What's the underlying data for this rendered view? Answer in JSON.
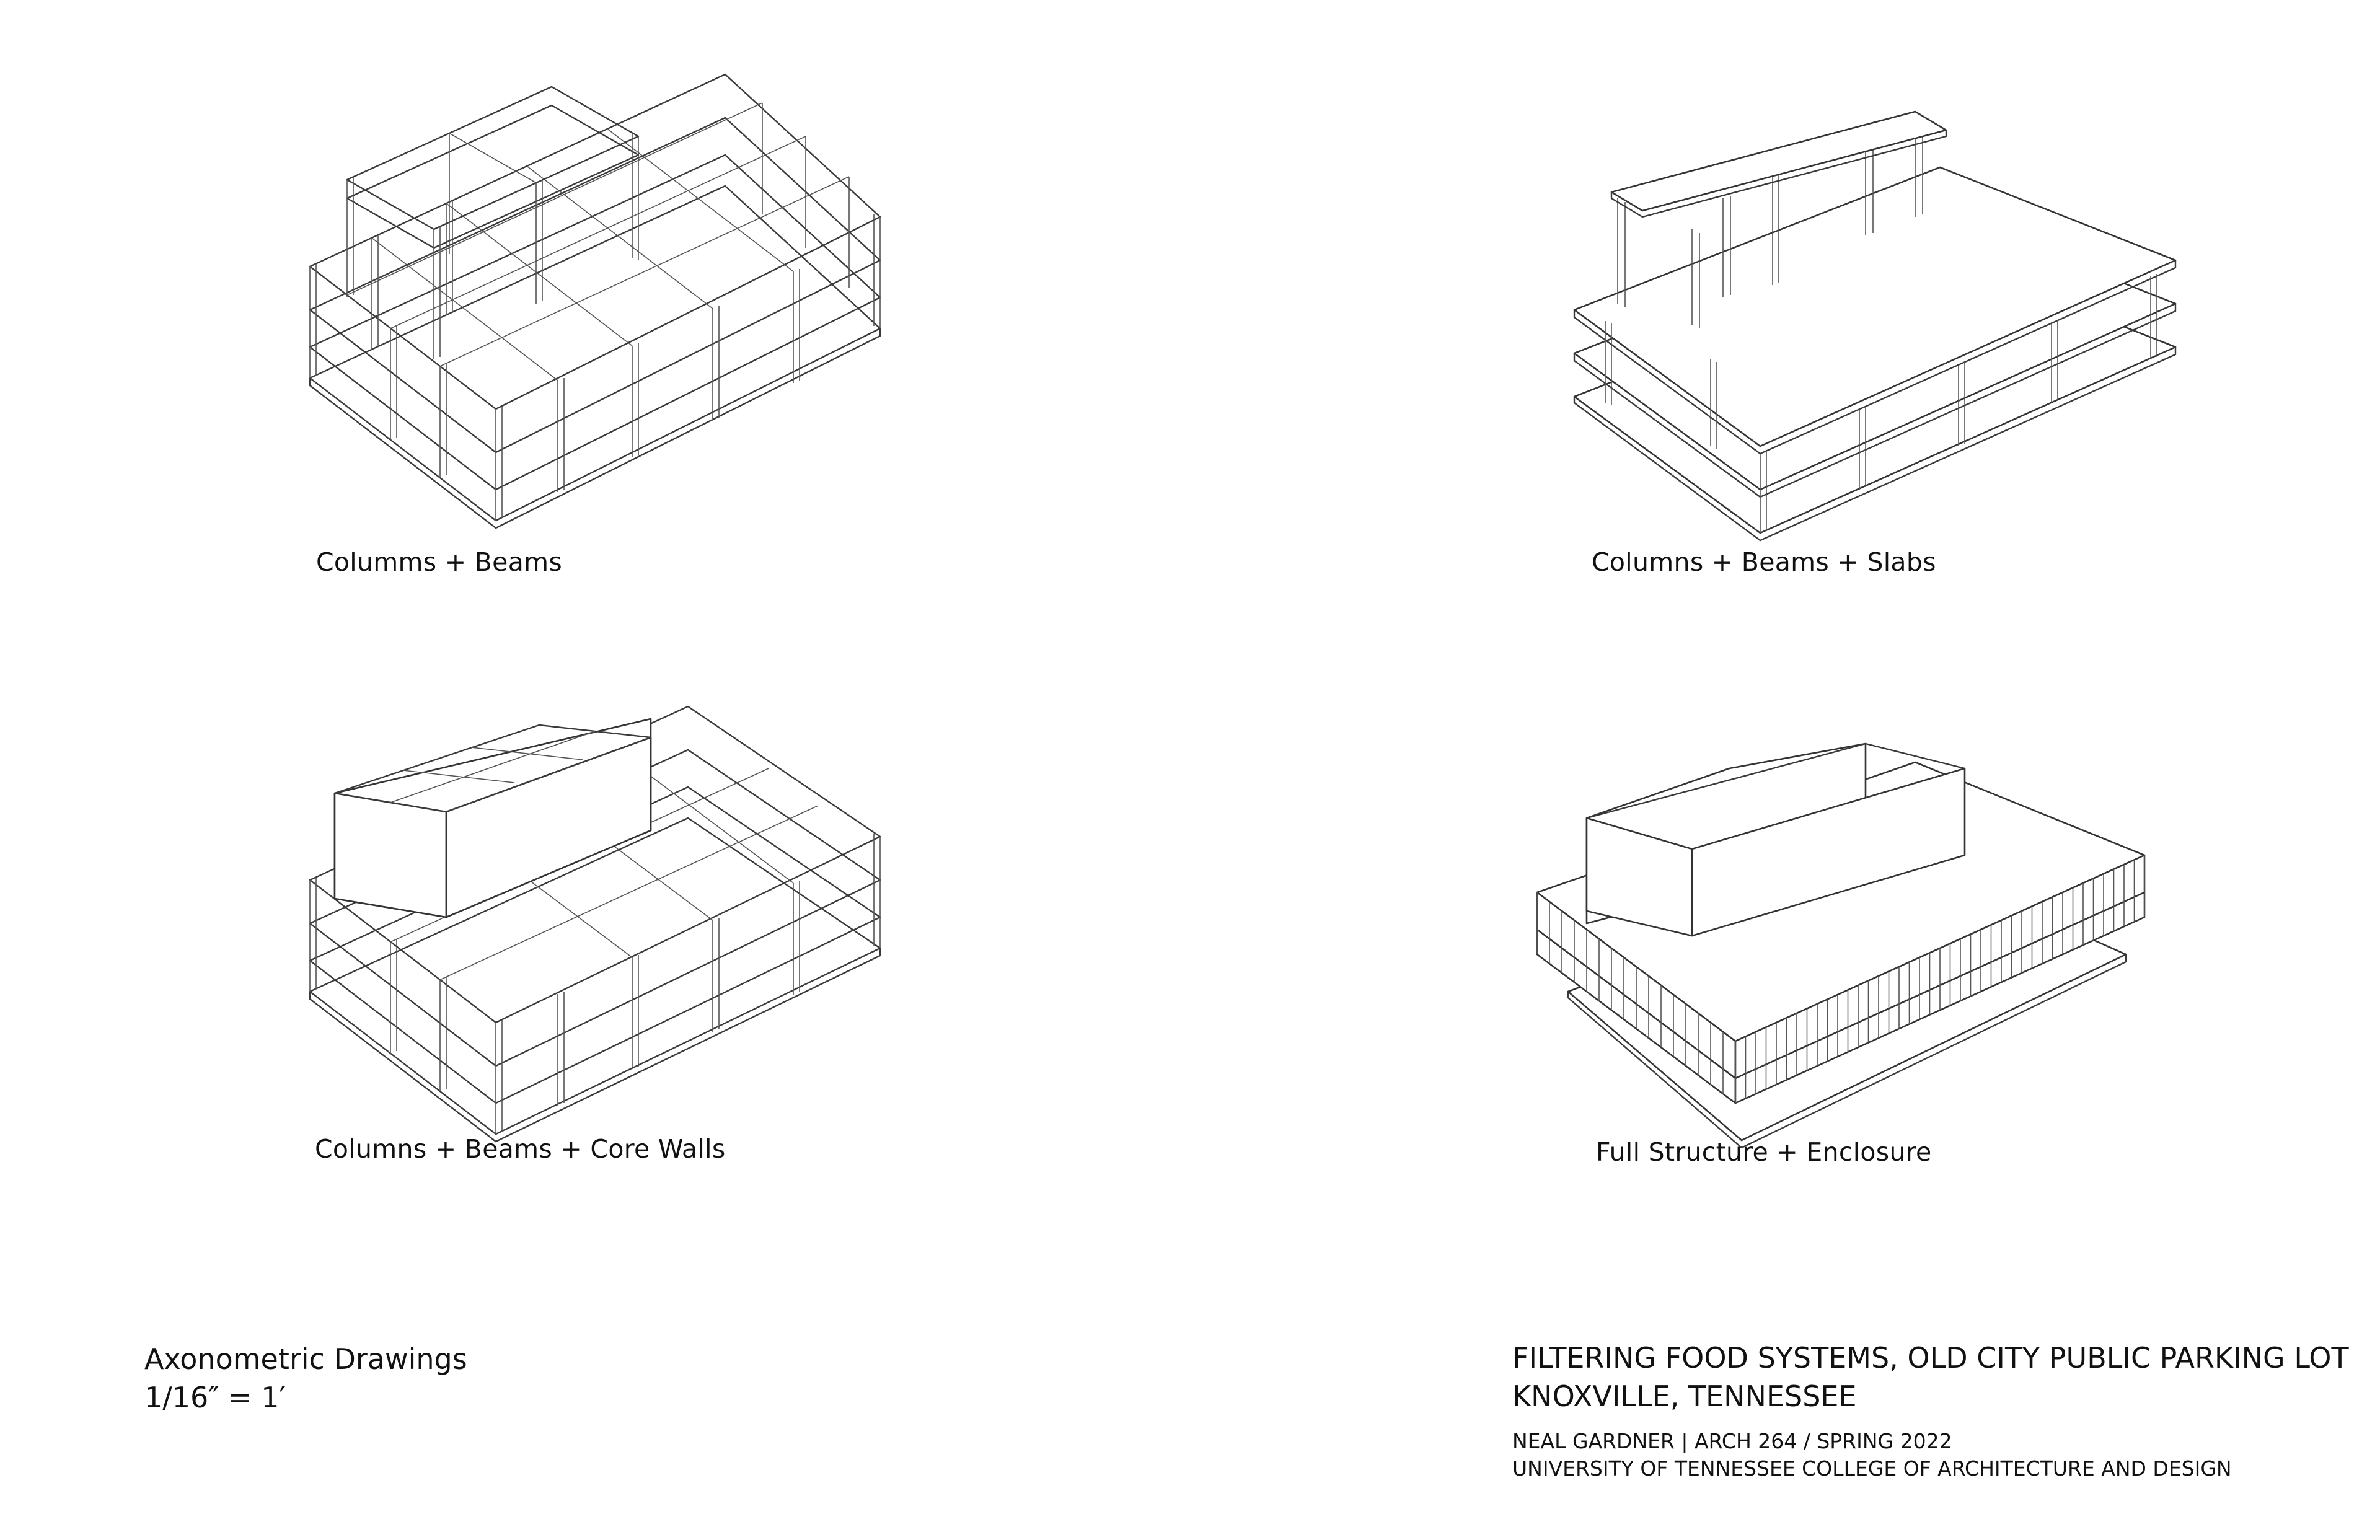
{
  "drawings": [
    {
      "id": "columns-beams",
      "caption": "Columms + Beams"
    },
    {
      "id": "columns-beams-slabs",
      "caption": "Columns + Beams + Slabs"
    },
    {
      "id": "columns-beams-core-walls",
      "caption": "Columns + Beams + Core Walls"
    },
    {
      "id": "full-structure-enclosure",
      "caption": "Full Structure + Enclosure"
    }
  ],
  "sheet": {
    "title": "Axonometric Drawings",
    "scale": "1/16″ = 1′"
  },
  "project": {
    "title_line1": "FILTERING FOOD SYSTEMS, OLD CITY PUBLIC PARKING LOT",
    "title_line2": "KNOXVILLE, TENNESSEE",
    "author_course": "NEAL GARDNER | ARCH 264 / SPRING 2022",
    "institution": "UNIVERSITY OF TENNESSEE COLLEGE OF ARCHITECTURE AND DESIGN"
  },
  "colors": {
    "background": "#ffffff",
    "linework": "#3a3a3a",
    "text": "#111111"
  }
}
